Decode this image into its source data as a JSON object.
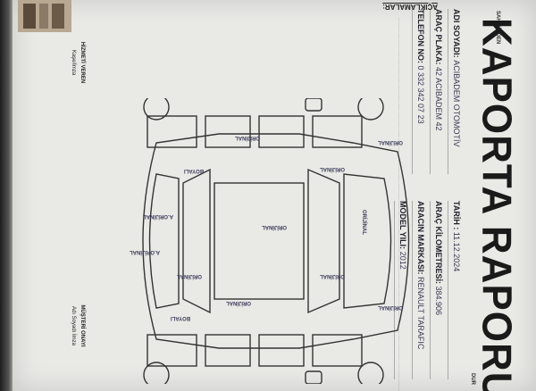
{
  "form": {
    "prefix": "SAHİBİNDEN",
    "title": "KAPORTA RAPORU",
    "suffix": "DUR"
  },
  "fields": {
    "name_label": "ADI SOYADI:",
    "name_value": "ACIBADEM OTOMOTİV",
    "plate_label": "ARAÇ PLAKA:",
    "plate_value": "42 ACIBADEM 42",
    "phone_label": "TELEFON NO:",
    "phone_value": "0 332 342 07 23",
    "date_label": "TARİH :",
    "date_value": "11.12.2024",
    "km_label": "ARAÇ KİLOMETRESİ:",
    "km_value": "384.906",
    "brand_label": "ARACIN MARKASI:",
    "brand_value": "RENAULT TARAFIC",
    "year_label": "MODEL YILI:",
    "year_value": "2012"
  },
  "parts": {
    "orijinal": "ORİJİNAL",
    "boyali": "BOYALI",
    "a_orijinal": "A.ORİJİNAL"
  },
  "sections": {
    "notes_title": "AÇIKLAMALAR:",
    "customer_sig": "MÜŞTERİ ONAYI",
    "dealer_sig": "HİZMETİ VEREN",
    "customer_name": "Adı Soyadı İmza",
    "dealer_name": "Kaşe/İmza"
  }
}
